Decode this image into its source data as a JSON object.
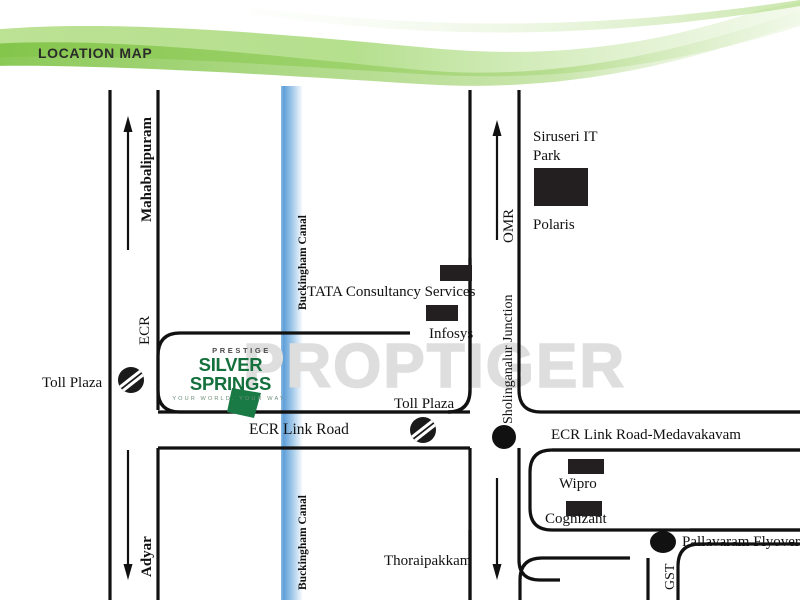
{
  "header": {
    "title": "LOCATION MAP",
    "swoosh_color": "#8cc63f"
  },
  "project": {
    "brand_prefix": "PRESTIGE",
    "name": "SILVER SPRINGS",
    "tagline": "YOUR WORLD. YOUR WAY.",
    "brand_color": "#14703c",
    "marker_color": "#1a7a45"
  },
  "watermark": {
    "text": "PROPTIGER",
    "color": "#dedede"
  },
  "canal": {
    "label": "Buckingham Canal",
    "label_bottom": "Buckingham Canal",
    "color": "#5f9fd8"
  },
  "roads": {
    "ecr": "ECR",
    "ecr_link_road": "ECR Link Road",
    "ecr_link_road_medavakavam": "ECR Link Road-Medavakavam",
    "omr": "OMR",
    "gst": "GST"
  },
  "directions": {
    "north_ecr": "Mahabalipuram",
    "south_ecr": "Adyar",
    "north_omr": "",
    "south_omr": ""
  },
  "places": [
    {
      "id": "toll-plaza-ecr",
      "label": "Toll Plaza",
      "type": "toll-plaza"
    },
    {
      "id": "toll-plaza-link",
      "label": "Toll Plaza",
      "type": "toll-plaza"
    },
    {
      "id": "sholinganalur-junction",
      "label": "Sholinganalur Junction",
      "type": "junction"
    },
    {
      "id": "pallavaram-flyover",
      "label": "Pallavaram Flyover",
      "type": "flyover"
    },
    {
      "id": "thoraipakkam",
      "label": "Thoraipakkam",
      "type": "locality"
    }
  ],
  "landmarks": [
    {
      "id": "tata-consultancy-services",
      "label": "TATA Consultancy Services"
    },
    {
      "id": "infosys",
      "label": "Infosys"
    },
    {
      "id": "siruseri-it-park",
      "label": "Siruseri IT Park",
      "line1": "Siruseri IT",
      "line2": "Park"
    },
    {
      "id": "polaris",
      "label": "Polaris"
    },
    {
      "id": "wipro",
      "label": "Wipro"
    },
    {
      "id": "cognizant",
      "label": "Cognizant"
    }
  ]
}
